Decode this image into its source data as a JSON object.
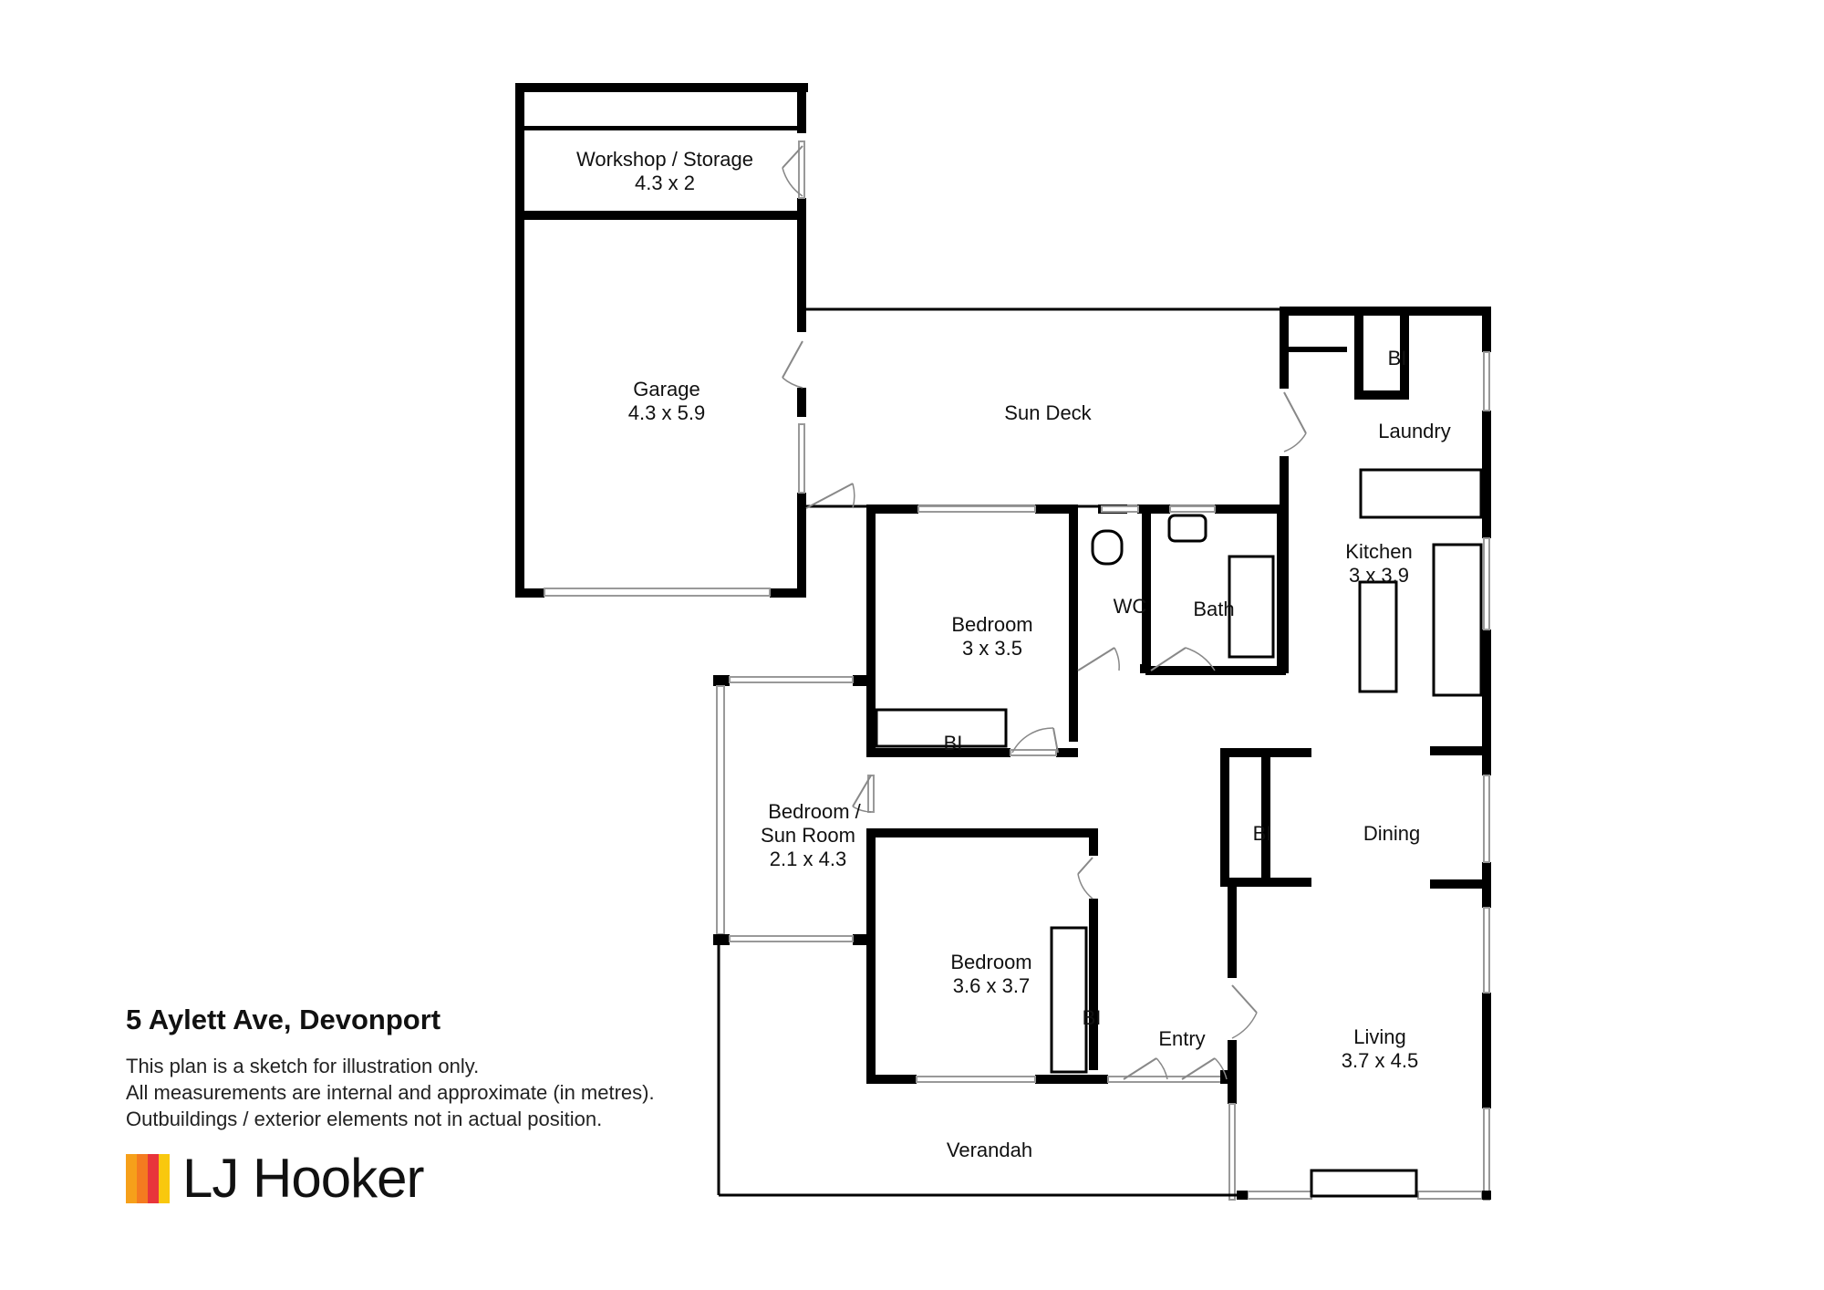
{
  "plan": {
    "rooms": {
      "workshop": {
        "name": "Workshop / Storage",
        "size": "4.3 x 2"
      },
      "garage": {
        "name": "Garage",
        "size": "4.3 x 5.9"
      },
      "sun_deck": {
        "name": "Sun Deck"
      },
      "laundry": {
        "name": "Laundry"
      },
      "kitchen": {
        "name": "Kitchen",
        "size": "3 x 3.9"
      },
      "bedroom1": {
        "name": "Bedroom",
        "size": "3 x 3.5"
      },
      "wc": {
        "name": "WC"
      },
      "bath": {
        "name": "Bath"
      },
      "sunroom": {
        "name_line1": "Bedroom /",
        "name_line2": "Sun Room",
        "size": "2.1 x 4.3"
      },
      "dining": {
        "name": "Dining"
      },
      "bedroom2": {
        "name": "Bedroom",
        "size": "3.6 x 3.7"
      },
      "entry": {
        "name": "Entry"
      },
      "living": {
        "name": "Living",
        "size": "3.7 x 4.5"
      },
      "verandah": {
        "name": "Verandah"
      }
    },
    "built_ins": {
      "label": "BI"
    }
  },
  "caption": {
    "address": "5 Aylett Ave, Devonport",
    "lines": [
      "This plan is a sketch for illustration only.",
      "All measurements are internal and approximate (in metres).",
      "Outbuildings / exterior elements not in actual position."
    ]
  },
  "logo": {
    "text": "LJ Hooker",
    "colors": [
      "#f6a01a",
      "#f47b20",
      "#e8353b",
      "#f9c80e"
    ]
  }
}
